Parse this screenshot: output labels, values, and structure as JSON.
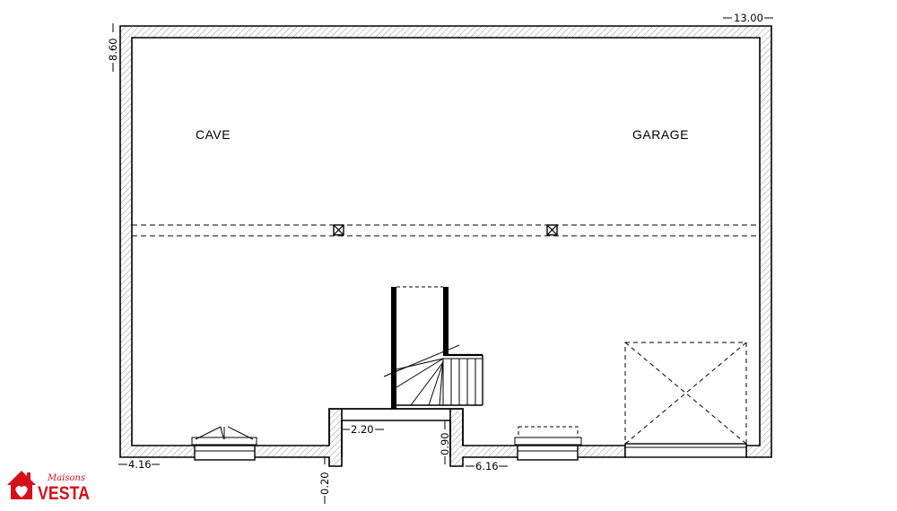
{
  "rooms": {
    "cave": "CAVE",
    "garage": "GARAGE"
  },
  "dimensions": {
    "width": "13.00",
    "depth": "8.60",
    "left_offset": "4.16",
    "recess_width": "2.20",
    "recess_depth": "0.90",
    "wall_step": "0.20",
    "right_offset": "6.16"
  },
  "logo": {
    "brand": "VESTA",
    "script": "Maisons"
  },
  "colors": {
    "brand_red": "#d6101b",
    "line": "#000000"
  },
  "icons": {
    "logo_mark": "house-heart-icon",
    "pillar": "pillar-icon"
  }
}
